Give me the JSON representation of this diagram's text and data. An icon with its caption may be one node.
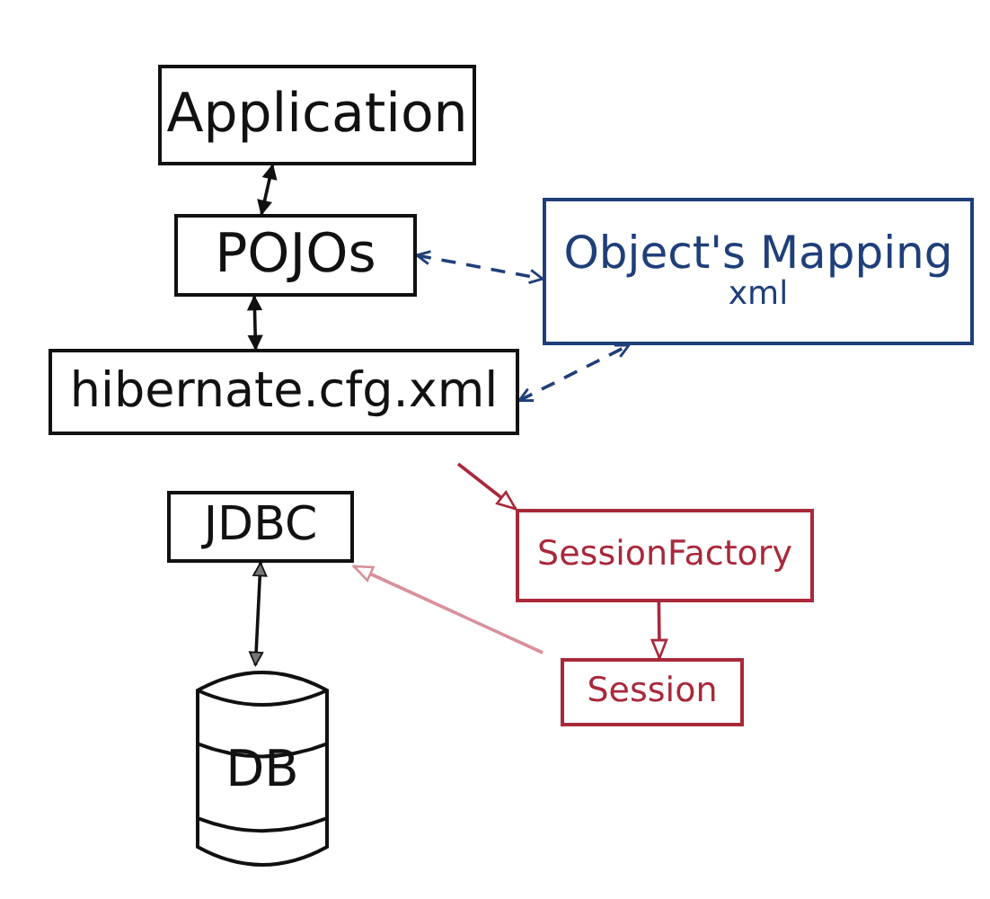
{
  "diagram": {
    "nodes": [
      {
        "text": [
          "Application"
        ]
      },
      {
        "text": [
          "POJOs"
        ]
      },
      {
        "text": [
          "Object's Mapping",
          "xml"
        ]
      },
      {
        "text": [
          "hibernate.cfg.xml"
        ]
      },
      {
        "text": [
          "JDBC"
        ]
      },
      {
        "text": [
          "SessionFactory"
        ]
      },
      {
        "text": [
          "Session"
        ]
      },
      {
        "text": [
          "DB"
        ]
      }
    ],
    "edges": [
      {
        "from": 0,
        "to": 1,
        "arrow": "both"
      },
      {
        "from": 1,
        "to": 3,
        "arrow": "both"
      },
      {
        "from": 1,
        "to": 2,
        "arrow": "both",
        "style": "dashed",
        "color": "#1f3f7a"
      },
      {
        "from": 3,
        "to": 2,
        "arrow": "both",
        "style": "dashed",
        "color": "#1f3f7a"
      },
      {
        "from": null,
        "to": 5,
        "arrow": "to",
        "color": "#a8293a"
      },
      {
        "from": 5,
        "to": 6,
        "arrow": "to",
        "color": "#a8293a"
      },
      {
        "from": 6,
        "to": 4,
        "arrow": "to",
        "color": "#d9909a"
      },
      {
        "from": 4,
        "to": 7,
        "arrow": "both"
      }
    ]
  }
}
